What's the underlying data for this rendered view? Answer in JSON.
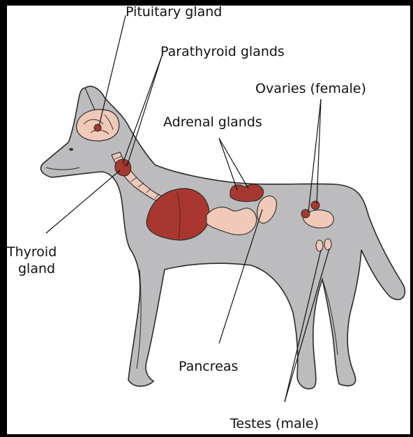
{
  "labels": {
    "pituitary": "Pituitary gland",
    "parathyroid": "Parathyroid glands",
    "ovaries": "Ovaries (female)",
    "adrenal": "Adrenal glands",
    "thyroid_line1": "Thyroid",
    "thyroid_line2": "gland",
    "pancreas": "Pancreas",
    "testes": "Testes (male)"
  },
  "colors": {
    "page_frame": "#000000",
    "background": "#ffffff",
    "dog_body": "#bcbcbe",
    "organ_red": "#a8382f",
    "organ_pink": "#f0c9b8",
    "outline": "#2a2a2a"
  }
}
